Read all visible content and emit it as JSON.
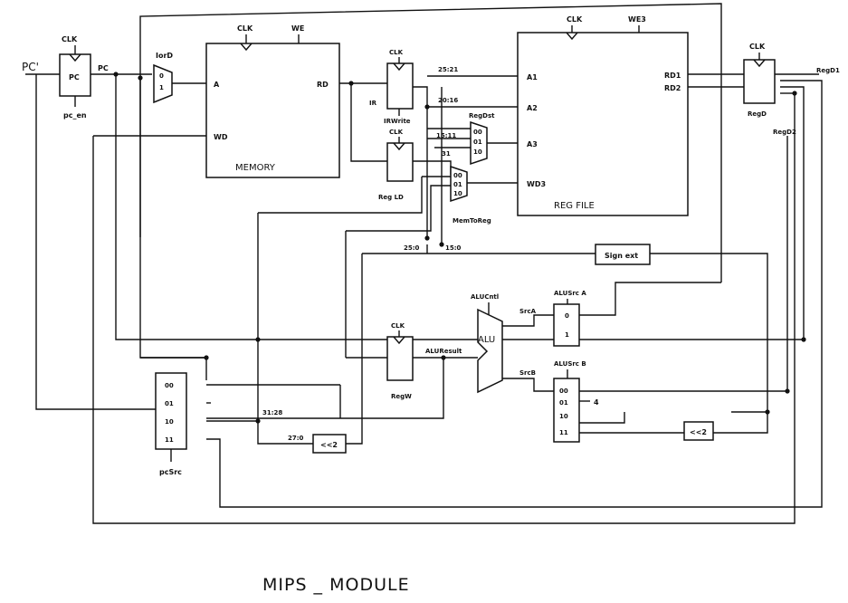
{
  "title": "MIPS _ MODULE",
  "pc": {
    "prime": "PC'",
    "label": "PC",
    "clk": "CLK",
    "out": "PC",
    "enable": "pc_en"
  },
  "iord": {
    "label": "IorD",
    "in0": "0",
    "in1": "1"
  },
  "memory": {
    "name": "MEMORY",
    "clk": "CLK",
    "we": "WE",
    "a": "A",
    "wd": "WD",
    "rd": "RD"
  },
  "ir": {
    "clk": "CLK",
    "name": "IR",
    "enable": "IRWrite"
  },
  "regld": {
    "clk": "CLK",
    "name": "Reg LD"
  },
  "regdst": {
    "label": "RegDst",
    "in0": "00",
    "in1": "01",
    "in2": "10"
  },
  "memtoreg": {
    "label": "MemToReg",
    "in0": "00",
    "in1": "01",
    "in2": "10"
  },
  "fields": {
    "rs": "25:21",
    "rt": "20:16",
    "rd": "15:11",
    "ra": "31",
    "jump": "25:0",
    "imm": "15:0",
    "upper": "31:28",
    "jaddr": "27:0"
  },
  "regfile": {
    "name": "REG FILE",
    "clk": "CLK",
    "we3": "WE3",
    "a1": "A1",
    "a2": "A2",
    "a3": "A3",
    "wd3": "WD3",
    "rd1": "RD1",
    "rd2": "RD2"
  },
  "regd": {
    "clk": "CLK",
    "name": "RegD",
    "out1": "RegD1",
    "out2": "RegD2"
  },
  "signext": {
    "label": "Sign ext"
  },
  "shift_imm": {
    "label": "<<2"
  },
  "shift_jump": {
    "label": "<<2"
  },
  "alusrca": {
    "label": "ALUSrc A",
    "in0": "0",
    "in1": "1",
    "signal": "SrcA"
  },
  "alusrcb": {
    "label": "ALUSrc B",
    "in0": "00",
    "in1": "01",
    "in2": "10",
    "in3": "11",
    "const4": "4",
    "signal": "SrcB"
  },
  "alu": {
    "name": "ALU",
    "control": "ALUCntl"
  },
  "regw": {
    "clk": "CLK",
    "name": "RegW",
    "result": "ALUResult"
  },
  "pcsrc": {
    "label": "pcSrc",
    "in0": "00",
    "in1": "01",
    "in2": "10",
    "in3": "11"
  }
}
